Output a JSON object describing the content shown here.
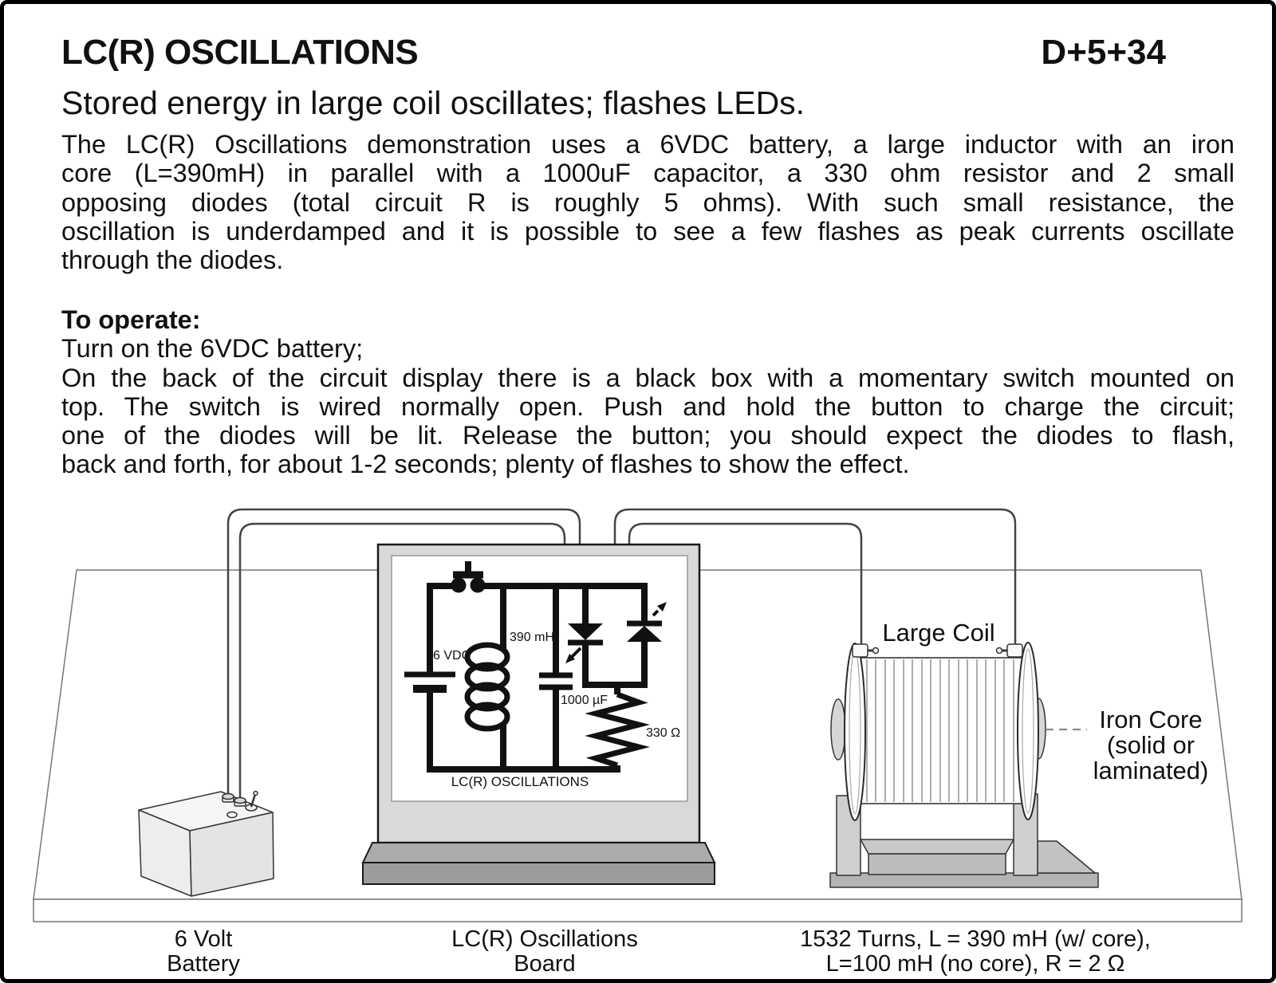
{
  "header": {
    "title": "LC(R) OSCILLATIONS",
    "code": "D+5+34",
    "subtitle": "Stored energy in large coil oscillates; flashes LEDs."
  },
  "intro": {
    "lines": [
      "The LC(R) Oscillations demonstration uses a 6VDC battery, a large inductor with an iron",
      "core (L=390mH) in parallel with a 1000uF capacitor, a 330 ohm resistor and 2 small",
      "opposing diodes (total circuit R is roughly 5 ohms).  With such small resistance, the",
      "oscillation is underdamped and it is possible to see a few flashes as peak currents oscillate",
      "through the diodes."
    ]
  },
  "operate": {
    "heading": "To operate:",
    "first_line": "Turn on the 6VDC battery;",
    "lines": [
      "On the back of the circuit display there is a black box with a momentary switch mounted on",
      "top.  The switch is wired normally open.  Push and hold the button to charge the circuit;",
      "one of the diodes will be lit.  Release the button; you should expect the diodes to flash,",
      "back and forth, for about 1-2 seconds;  plenty of flashes to show the effect."
    ]
  },
  "diagram": {
    "circuit_labels": {
      "battery": "6 VDC",
      "inductor": "390 mH",
      "capacitor": "1000 µF",
      "resistor": "330 Ω",
      "board_title": "LC(R) OSCILLATIONS"
    },
    "coil_label": "Large Coil",
    "iron_core_lines": [
      "Iron Core",
      "(solid or",
      "laminated)"
    ],
    "captions": {
      "battery_lines": [
        "6 Volt",
        "Battery"
      ],
      "board_lines": [
        "LC(R) Oscillations",
        "Board"
      ],
      "coil_lines": [
        "1532 Turns, L =  390 mH (w/ core),",
        "L=100 mH (no core), R = 2 Ω"
      ]
    }
  },
  "colors": {
    "ink": "#111111",
    "page_border": "#000000",
    "board_frame": "#d9d9d9",
    "board_base": "#a9a9a9",
    "stand_gray": "#c6c6c6",
    "wire_gray": "#444444"
  }
}
